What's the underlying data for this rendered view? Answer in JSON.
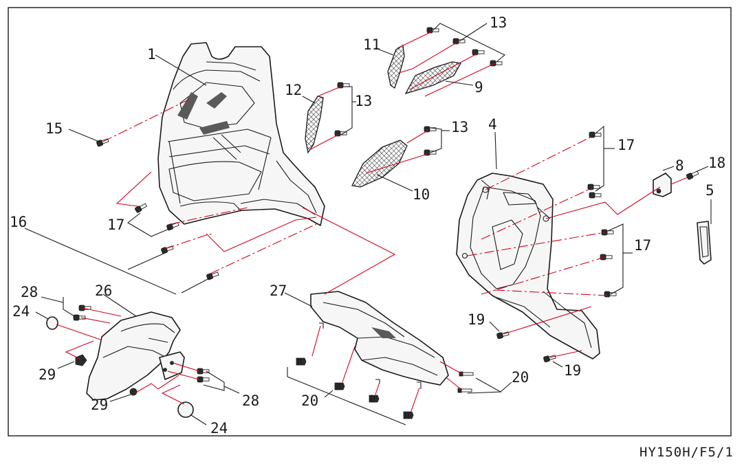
{
  "drawing_code": "HY150H/F5/1",
  "callouts": {
    "c1": "1",
    "c4": "4",
    "c5": "5",
    "c8": "8",
    "c9": "9",
    "c10": "10",
    "c11": "11",
    "c12": "12",
    "c13a": "13",
    "c13b": "13",
    "c13c": "13",
    "c15": "15",
    "c16": "16",
    "c17a": "17",
    "c17b": "17",
    "c17c": "17",
    "c18": "18",
    "c19a": "19",
    "c19b": "19",
    "c20a": "20",
    "c20b": "20",
    "c24a": "24",
    "c24b": "24",
    "c26": "26",
    "c27": "27",
    "c28a": "28",
    "c28b": "28",
    "c29a": "29",
    "c29b": "29"
  },
  "colors": {
    "line": "#1a1a1a",
    "assembly_line": "#d0021b",
    "background": "#ffffff"
  }
}
